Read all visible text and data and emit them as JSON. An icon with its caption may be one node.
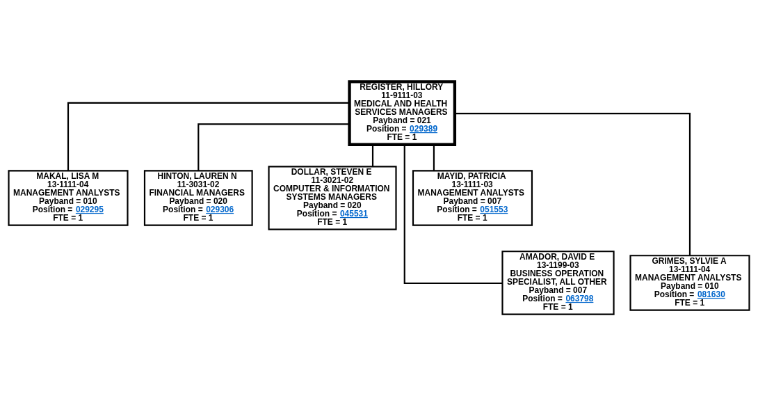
{
  "diagram": {
    "nodes": [
      {
        "text": [
          "REGISTER, HILLORY",
          "11-9111-03",
          "MEDICAL AND HEALTH SERVICES MANAGERS",
          "Payband = 021",
          "Position = 029389",
          "FTE = 1"
        ]
      },
      {
        "text": [
          "MAKAL, LISA M",
          "13-1111-04",
          "MANAGEMENT ANALYSTS",
          "Payband = 010",
          "Position = 029295",
          "FTE = 1"
        ]
      },
      {
        "text": [
          "HINTON, LAUREN N",
          "11-3031-02",
          "FINANCIAL MANAGERS",
          "Payband = 020",
          "Position = 029306",
          "FTE = 1"
        ]
      },
      {
        "text": [
          "DOLLAR, STEVEN E",
          "11-3021-02",
          "COMPUTER & INFORMATION SYSTEMS MANAGERS",
          "Payband = 020",
          "Position = 045531",
          "FTE = 1"
        ]
      },
      {
        "text": [
          "MAYID, PATRICIA",
          "13-1111-03",
          "MANAGEMENT ANALYSTS",
          "Payband = 007",
          "Position = 051553",
          "FTE = 1"
        ]
      },
      {
        "text": [
          "AMADOR, DAVID E",
          "13-1199-03",
          "BUSINESS OPERATION SPECIALIST, ALL OTHER",
          "Payband = 007",
          "Position = 063798",
          "FTE = 1"
        ]
      },
      {
        "text": [
          "GRIMES, SYLVIE A",
          "13-1111-04",
          "MANAGEMENT ANALYSTS",
          "Payband = 010",
          "Position = 081630",
          "FTE = 1"
        ]
      }
    ],
    "edges": [
      {
        "from": 0,
        "to": 1,
        "arrow": "none"
      },
      {
        "from": 0,
        "to": 2,
        "arrow": "none"
      },
      {
        "from": 0,
        "to": 3,
        "arrow": "none"
      },
      {
        "from": 0,
        "to": 4,
        "arrow": "none"
      },
      {
        "from": 0,
        "to": 5,
        "arrow": "none"
      },
      {
        "from": 0,
        "to": 6,
        "arrow": "none"
      }
    ]
  }
}
